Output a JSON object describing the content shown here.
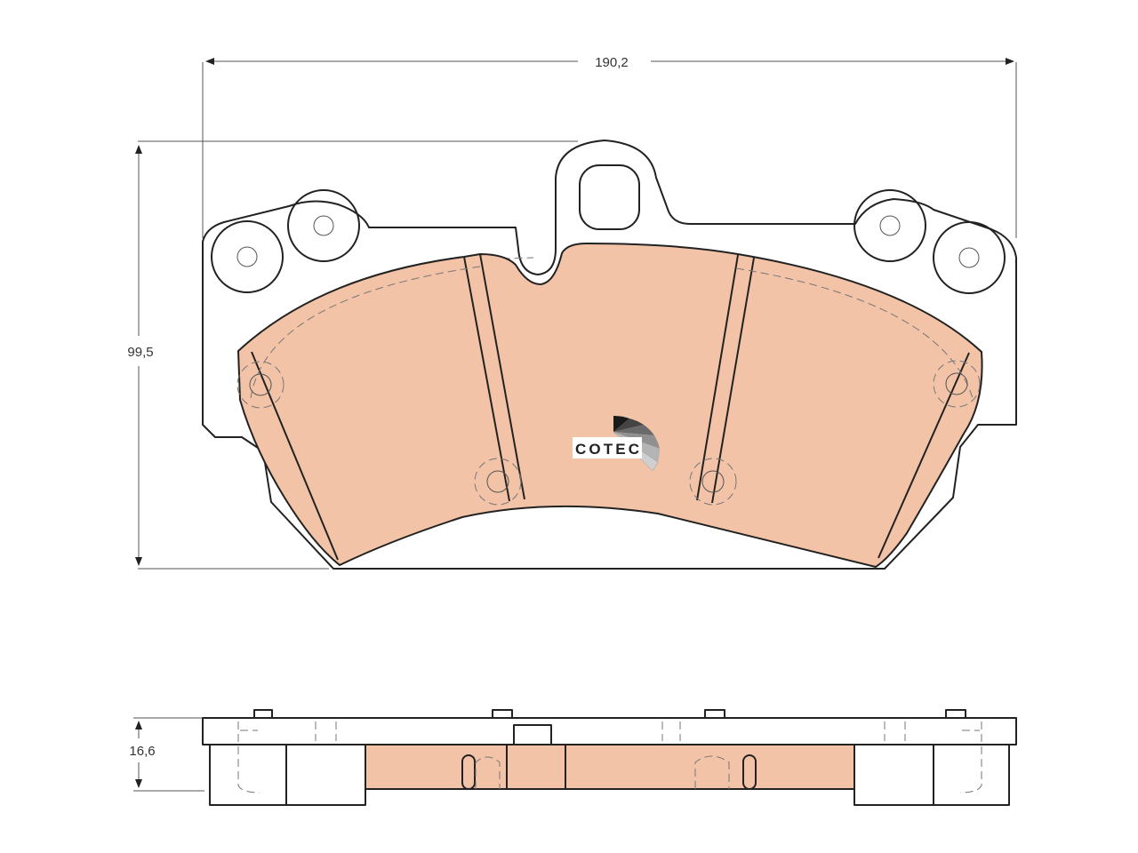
{
  "dimensions": {
    "width": "190,2",
    "height": "99,5",
    "thickness": "16,6"
  },
  "logo": {
    "text": "COTEC"
  },
  "colors": {
    "friction_material": "#f2c3a7",
    "outline": "#222222",
    "dimension_lines": "#555555"
  }
}
